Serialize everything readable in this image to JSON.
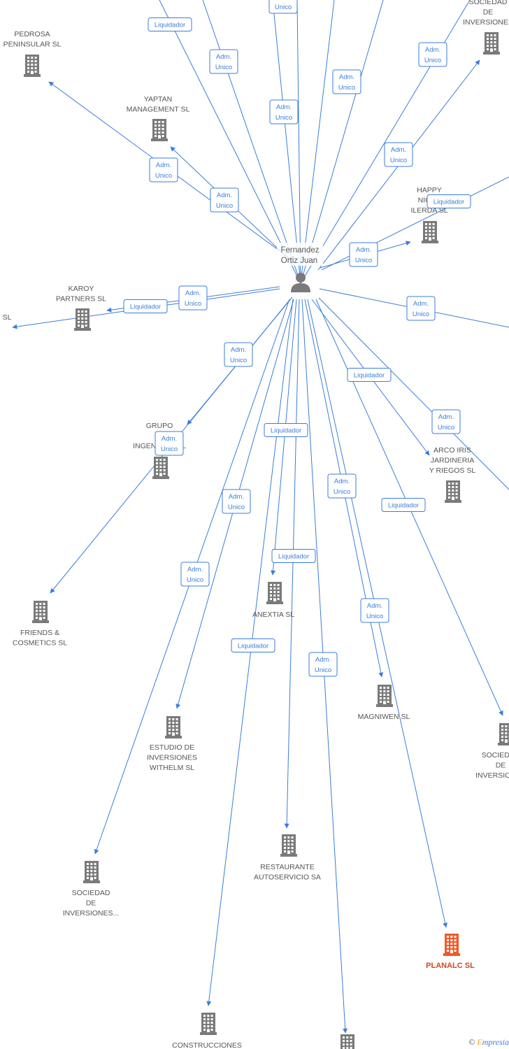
{
  "center": {
    "name_line1": "Fernandez",
    "name_line2": "Ortiz Juan"
  },
  "nodes": [
    {
      "id": "pedrosa",
      "lines": [
        "PEDROSA",
        "PENINSULAR SL"
      ],
      "main": false
    },
    {
      "id": "yaptan",
      "lines": [
        "YAPTAN",
        "MANAGEMENT SL"
      ],
      "main": false
    },
    {
      "id": "sociedad-top",
      "lines": [
        "SOCIEDAD",
        "DE",
        "INVERSIONES"
      ],
      "main": false
    },
    {
      "id": "happy",
      "lines": [
        "HAPPY",
        "NIGHT",
        "ILERDA SL"
      ],
      "main": false
    },
    {
      "id": "karoy",
      "lines": [
        "KAROY",
        "PARTNERS SL"
      ],
      "main": false
    },
    {
      "id": "left-sl",
      "lines": [
        "SL"
      ],
      "main": false
    },
    {
      "id": "grupo",
      "lines": [
        "GRUPO",
        "ER",
        "INGENIERIA SL"
      ],
      "main": false
    },
    {
      "id": "arco",
      "lines": [
        "ARCO IRIS",
        "JARDINERIA",
        "Y RIEGOS SL"
      ],
      "main": false
    },
    {
      "id": "friends",
      "lines": [
        "FRIENDS &",
        "COSMETICS SL"
      ],
      "main": false
    },
    {
      "id": "anextia",
      "lines": [
        "ANEXTIA SL"
      ],
      "main": false
    },
    {
      "id": "magniwen",
      "lines": [
        "MAGNIWEN SL"
      ],
      "main": false
    },
    {
      "id": "estudio",
      "lines": [
        "ESTUDIO DE",
        "INVERSIONES",
        "WITHELM SL"
      ],
      "main": false
    },
    {
      "id": "sociedad-right",
      "lines": [
        "SOCIEDAD",
        "DE",
        "INVERSIONES"
      ],
      "main": false
    },
    {
      "id": "restaurante",
      "lines": [
        "RESTAURANTE",
        "AUTOSERVICIO SA"
      ],
      "main": false
    },
    {
      "id": "sociedad-bottom",
      "lines": [
        "SOCIEDAD",
        "DE",
        "INVERSIONES..."
      ],
      "main": false
    },
    {
      "id": "planalc",
      "lines": [
        "PLANALC  SL"
      ],
      "main": true
    },
    {
      "id": "construcciones",
      "lines": [
        "CONSTRUCCIONES"
      ],
      "main": false
    },
    {
      "id": "bottom-right",
      "lines": [],
      "main": false
    }
  ],
  "relations": [
    {
      "id": "r1",
      "lines": [
        "Liquidador"
      ]
    },
    {
      "id": "r2",
      "lines": [
        "Adm.",
        "Unico"
      ]
    },
    {
      "id": "r3",
      "lines": [
        "Adm.",
        "Unico"
      ]
    },
    {
      "id": "r4",
      "lines": [
        "Adm.",
        "Unico"
      ]
    },
    {
      "id": "r5",
      "lines": [
        "Adm.",
        "Unico"
      ]
    },
    {
      "id": "r6",
      "lines": [
        "Adm.",
        "Unico"
      ]
    },
    {
      "id": "r7",
      "lines": [
        "Adm.",
        "Unico"
      ]
    },
    {
      "id": "r8",
      "lines": [
        "Liquidador"
      ]
    },
    {
      "id": "r9",
      "lines": [
        "Adm.",
        "Unico"
      ]
    },
    {
      "id": "r10",
      "lines": [
        "Adm.",
        "Unico"
      ]
    },
    {
      "id": "r11",
      "lines": [
        "Adm.",
        "Unico"
      ]
    },
    {
      "id": "r12",
      "lines": [
        "Adm.",
        "Unico"
      ]
    },
    {
      "id": "r13",
      "lines": [
        "Liquidador"
      ]
    },
    {
      "id": "r14",
      "lines": [
        "Adm.",
        "Unico"
      ]
    },
    {
      "id": "r15",
      "lines": [
        "Adm.",
        "Unico"
      ]
    },
    {
      "id": "r16",
      "lines": [
        "Liquidador"
      ]
    },
    {
      "id": "r17",
      "lines": [
        "Liquidador"
      ]
    },
    {
      "id": "r18",
      "lines": [
        "Adm.",
        "Unico"
      ]
    },
    {
      "id": "r19",
      "lines": [
        "Adm.",
        "Unico"
      ]
    },
    {
      "id": "r20",
      "lines": [
        "Adm.",
        "Unico"
      ]
    },
    {
      "id": "r21",
      "lines": [
        "Adm.",
        "Unico"
      ]
    },
    {
      "id": "r22",
      "lines": [
        "Liquidador"
      ]
    },
    {
      "id": "r23",
      "lines": [
        "Liquidador"
      ]
    },
    {
      "id": "r24",
      "lines": [
        "Adm.",
        "Unico"
      ]
    },
    {
      "id": "r25",
      "lines": [
        "Adm.",
        "Unico"
      ]
    },
    {
      "id": "r26",
      "lines": [
        "Liquidador"
      ]
    },
    {
      "id": "r27",
      "lines": [
        "Adm.",
        "Unico"
      ]
    },
    {
      "id": "r28",
      "lines": [
        "Adm.",
        "Unico"
      ]
    }
  ],
  "colors": {
    "edge": "#3b7dd8",
    "building": "#7a7a7a",
    "main_building": "#f05a28",
    "person": "#7a7a7a"
  },
  "copyright": {
    "symbol": "©",
    "brand_initial": "E",
    "brand_rest": "mpresia"
  }
}
